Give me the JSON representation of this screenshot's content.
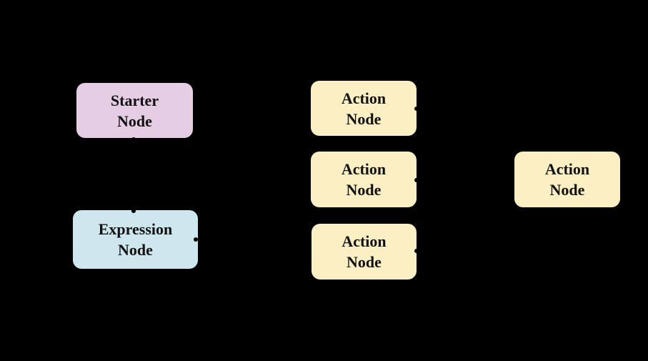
{
  "diagram": {
    "background": "#000000",
    "text_color": "#111111",
    "connector_color": "#000000",
    "nodes": {
      "starter": {
        "line1": "Starter",
        "line2": "Node",
        "fill": "#E5CDE4"
      },
      "expression": {
        "line1": "Expression",
        "line2": "Node",
        "fill": "#CEE7EF"
      },
      "action_top": {
        "line1": "Action",
        "line2": "Node",
        "fill": "#FCEFC4"
      },
      "action_middle": {
        "line1": "Action",
        "line2": "Node",
        "fill": "#FCEFC4"
      },
      "action_bottom": {
        "line1": "Action",
        "line2": "Node",
        "fill": "#FCEFC4"
      },
      "action_right": {
        "line1": "Action",
        "line2": "Node",
        "fill": "#FCEFC4"
      }
    }
  }
}
